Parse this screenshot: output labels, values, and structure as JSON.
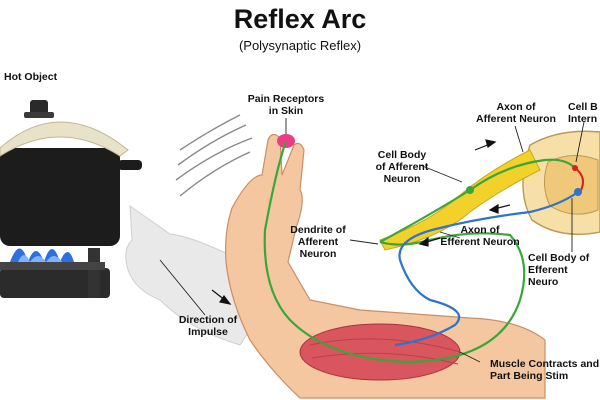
{
  "title": "Reflex Arc",
  "subtitle": "(Polysynaptic Reflex)",
  "labels": {
    "hot_object": "Hot Object",
    "pain_receptors": "Pain Receptors\nin Skin",
    "axon_afferent": "Axon of\nAfferent Neuron",
    "cell_body_inter": "Cell B\nIntern",
    "cell_body_afferent": "Cell Body\nof Afferent\nNeuron",
    "dendrite_afferent": "Dendrite of\nAfferent\nNeuron",
    "axon_efferent": "Axon of\nEfferent Neuron",
    "cell_body_efferent": "Cell Body of\nEfferent Neuro",
    "direction_impulse": "Direction of\nImpulse",
    "muscle_contracts": "Muscle Contracts and\nPart Being Stim"
  },
  "colors": {
    "afferent_neuron": "#3aa63a",
    "efferent_neuron": "#2e74c9",
    "interneuron": "#d62020",
    "nerve_yellow": "#f2d12b",
    "spinal_grey_matter": "#f6e0a8",
    "skin": "#f4c7a0",
    "muscle": "#d9565f",
    "pot": "#1c1c1c",
    "pot_lid": "#e8e2c8",
    "flame": "#2d6fe0",
    "pain_receptor": "#ef3a86"
  }
}
